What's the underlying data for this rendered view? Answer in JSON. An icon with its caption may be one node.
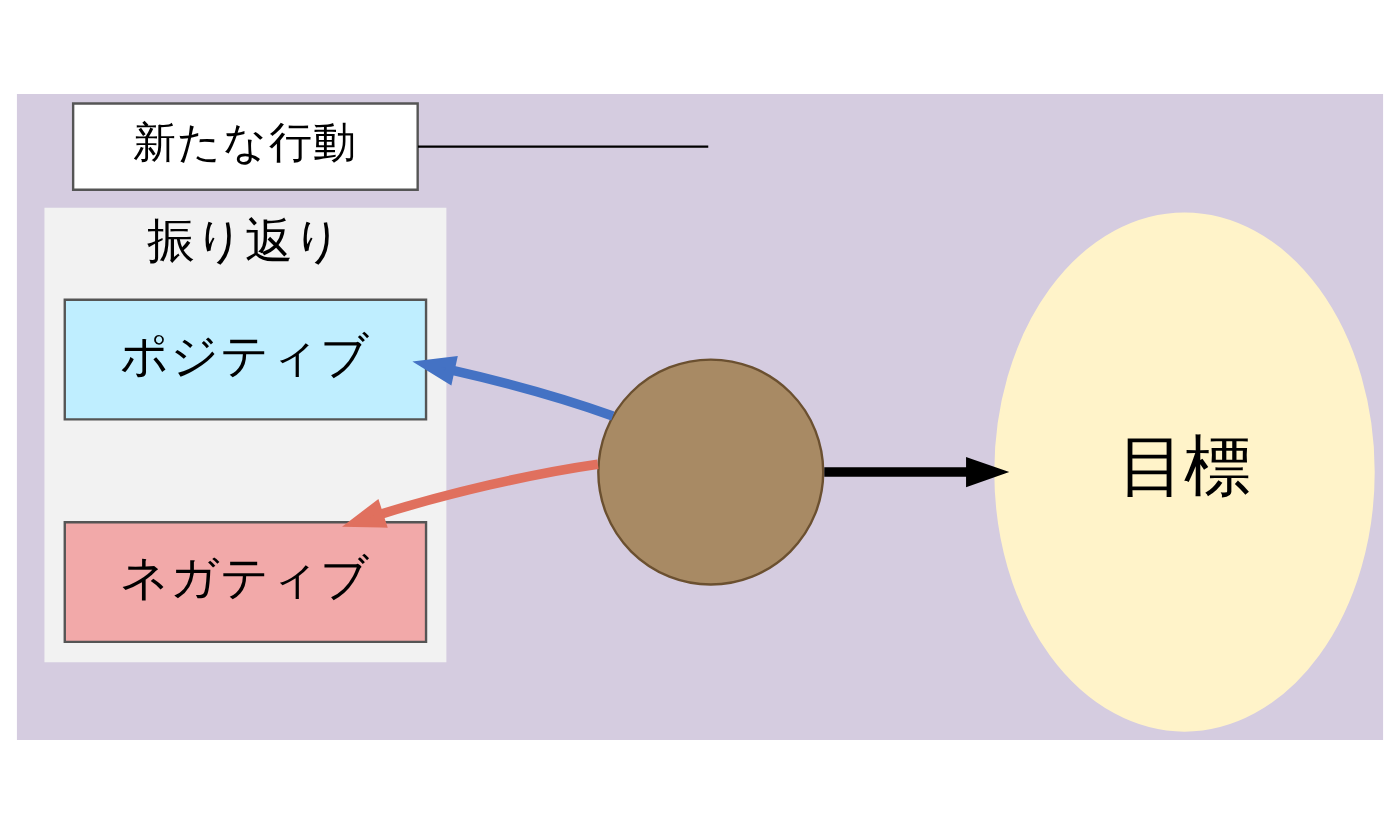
{
  "diagram": {
    "nodes": [
      {
        "text": [
          "振り返り"
        ]
      },
      {
        "text": [
          "ポジティブ"
        ],
        "in": 0
      },
      {
        "text": [
          "ネガティブ"
        ],
        "in": 0
      },
      {
        "text": [],
        "shape": "circle"
      },
      {
        "text": [
          "目標"
        ]
      },
      {
        "text": [
          "新たな行動"
        ]
      }
    ],
    "edges": [
      {
        "from": 3,
        "to": 1,
        "arrow": "to",
        "color": "#4472c4"
      },
      {
        "from": 3,
        "to": 2,
        "arrow": "to",
        "color": "#e0705e"
      },
      {
        "from": 3,
        "to": 4,
        "arrow": "to"
      },
      {
        "from": 5,
        "to": null,
        "arrow": "none"
      }
    ]
  }
}
